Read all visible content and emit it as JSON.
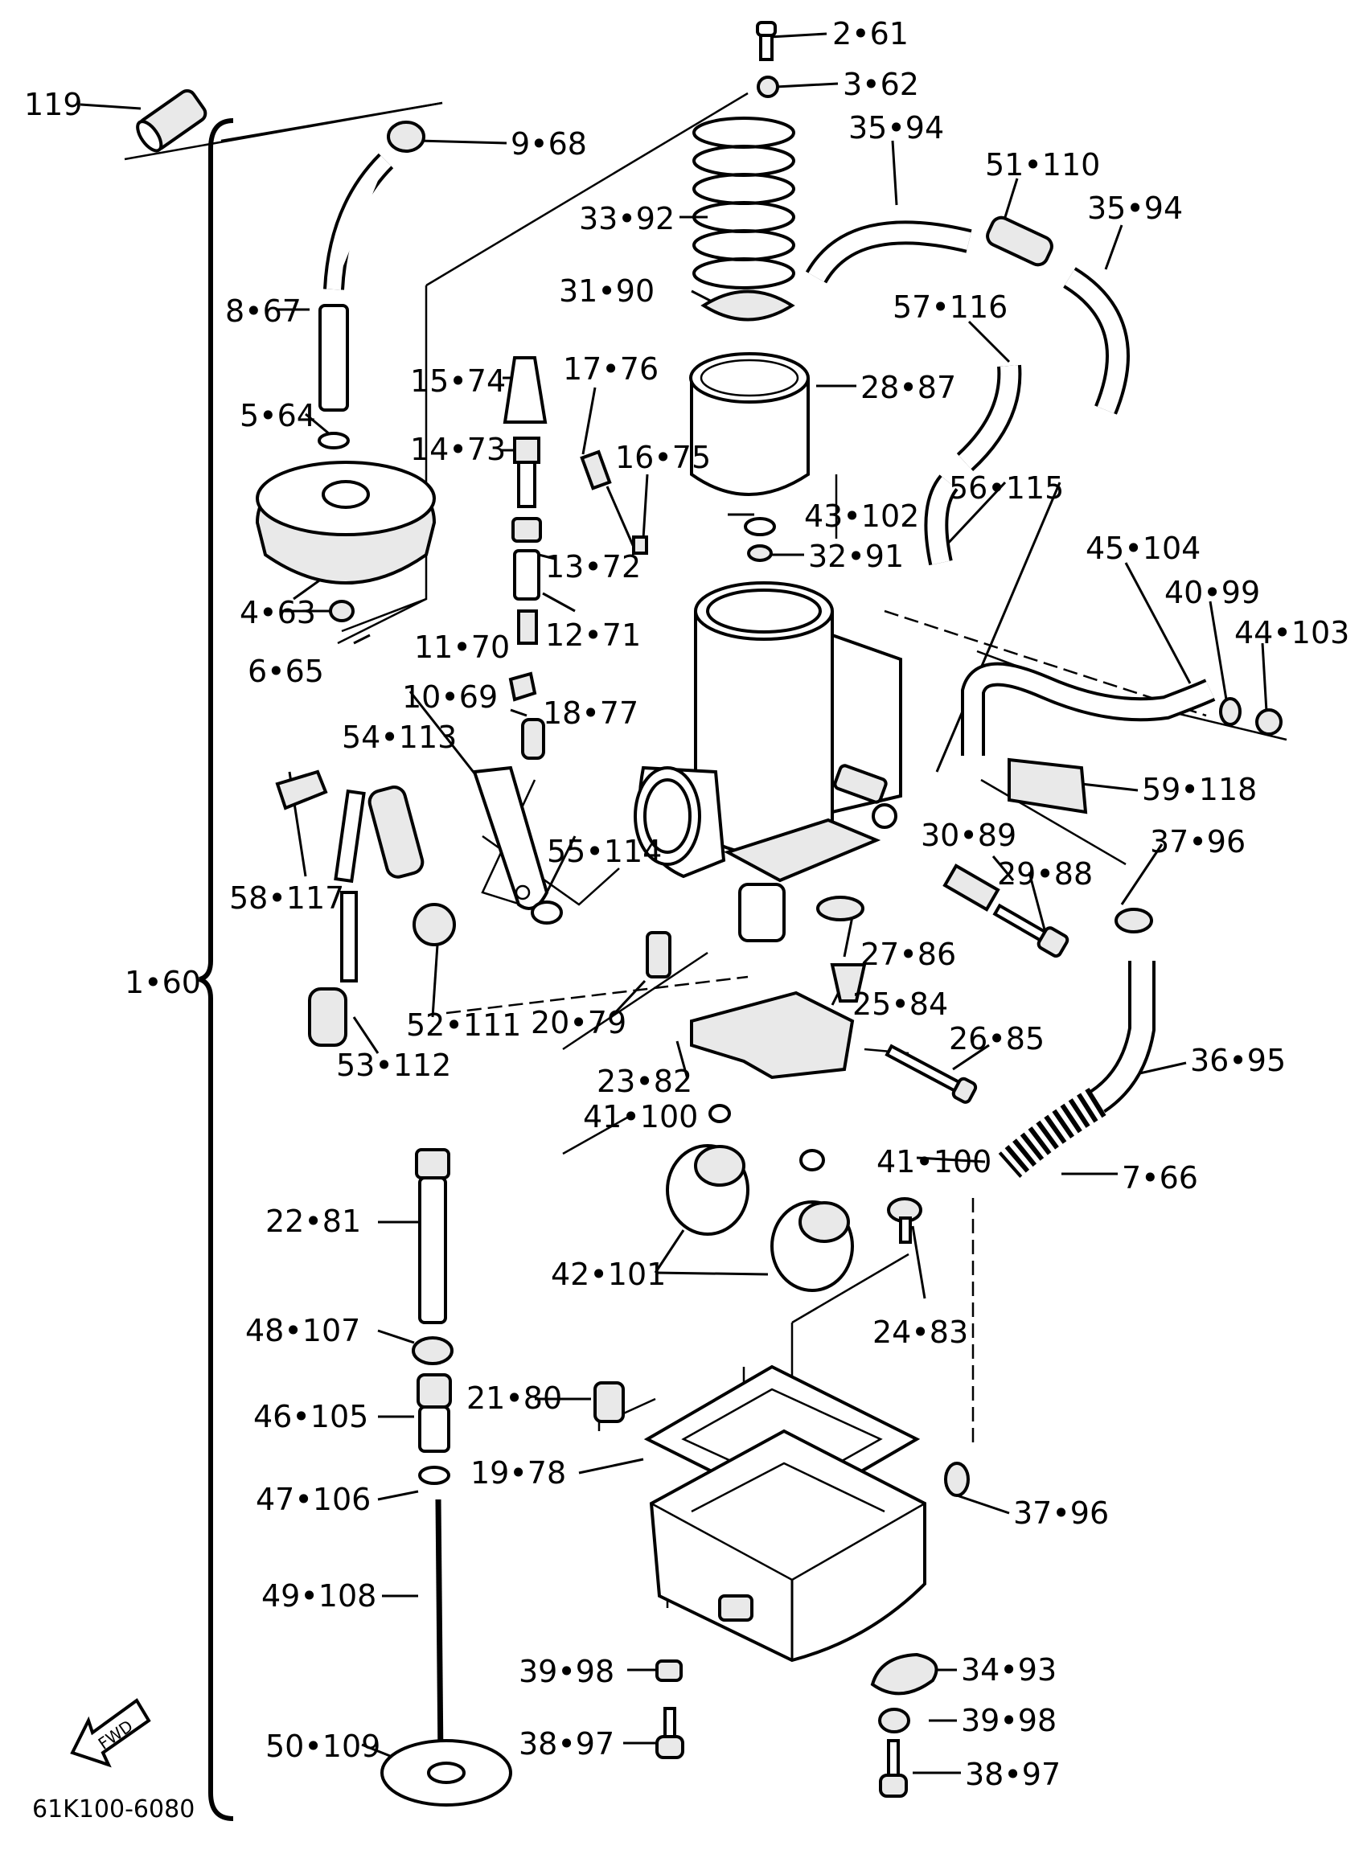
{
  "diagram": {
    "code": "61K100-6080",
    "fwd_label": "FWD",
    "assembly_label": "1•60",
    "callouts": [
      {
        "id": "c2",
        "text": "2•61"
      },
      {
        "id": "c3",
        "text": "3•62"
      },
      {
        "id": "c119",
        "text": "119"
      },
      {
        "id": "c9",
        "text": "9•68"
      },
      {
        "id": "c35a",
        "text": "35•94"
      },
      {
        "id": "c51",
        "text": "51•110"
      },
      {
        "id": "c35b",
        "text": "35•94"
      },
      {
        "id": "c33",
        "text": "33•92"
      },
      {
        "id": "c8",
        "text": "8•67"
      },
      {
        "id": "c31",
        "text": "31•90"
      },
      {
        "id": "c57",
        "text": "57•116"
      },
      {
        "id": "c15",
        "text": "15•74"
      },
      {
        "id": "c17",
        "text": "17•76"
      },
      {
        "id": "c28",
        "text": "28•87"
      },
      {
        "id": "c5",
        "text": "5•64"
      },
      {
        "id": "c14",
        "text": "14•73"
      },
      {
        "id": "c16",
        "text": "16•75"
      },
      {
        "id": "c43",
        "text": "43•102"
      },
      {
        "id": "c56",
        "text": "56•115"
      },
      {
        "id": "c13",
        "text": "13•72"
      },
      {
        "id": "c32",
        "text": "32•91"
      },
      {
        "id": "c45",
        "text": "45•104"
      },
      {
        "id": "c4",
        "text": "4•63"
      },
      {
        "id": "c40",
        "text": "40•99"
      },
      {
        "id": "c12",
        "text": "12•71"
      },
      {
        "id": "c44",
        "text": "44•103"
      },
      {
        "id": "c6",
        "text": "6•65"
      },
      {
        "id": "c11",
        "text": "11•70"
      },
      {
        "id": "c10",
        "text": "10•69"
      },
      {
        "id": "c18",
        "text": "18•77"
      },
      {
        "id": "c54",
        "text": "54•113"
      },
      {
        "id": "c59",
        "text": "59•118"
      },
      {
        "id": "c30",
        "text": "30•89"
      },
      {
        "id": "c55",
        "text": "55•114"
      },
      {
        "id": "c37a",
        "text": "37•96"
      },
      {
        "id": "c29",
        "text": "29•88"
      },
      {
        "id": "c58",
        "text": "58•117"
      },
      {
        "id": "c27",
        "text": "27•86"
      },
      {
        "id": "c25",
        "text": "25•84"
      },
      {
        "id": "c52",
        "text": "52•111"
      },
      {
        "id": "c20",
        "text": "20•79"
      },
      {
        "id": "c26",
        "text": "26•85"
      },
      {
        "id": "c36",
        "text": "36•95"
      },
      {
        "id": "c53",
        "text": "53•112"
      },
      {
        "id": "c23",
        "text": "23•82"
      },
      {
        "id": "c41a",
        "text": "41•100"
      },
      {
        "id": "c41b",
        "text": "41•100"
      },
      {
        "id": "c7",
        "text": "7•66"
      },
      {
        "id": "c22",
        "text": "22•81"
      },
      {
        "id": "c42",
        "text": "42•101"
      },
      {
        "id": "c48",
        "text": "48•107"
      },
      {
        "id": "c24",
        "text": "24•83"
      },
      {
        "id": "c21",
        "text": "21•80"
      },
      {
        "id": "c46",
        "text": "46•105"
      },
      {
        "id": "c19",
        "text": "19•78"
      },
      {
        "id": "c47",
        "text": "47•106"
      },
      {
        "id": "c37b",
        "text": "37•96"
      },
      {
        "id": "c49",
        "text": "49•108"
      },
      {
        "id": "c39a",
        "text": "39•98"
      },
      {
        "id": "c34",
        "text": "34•93"
      },
      {
        "id": "c39b",
        "text": "39•98"
      },
      {
        "id": "c50",
        "text": "50•109"
      },
      {
        "id": "c38a",
        "text": "38•97"
      },
      {
        "id": "c38b",
        "text": "38•97"
      }
    ]
  }
}
